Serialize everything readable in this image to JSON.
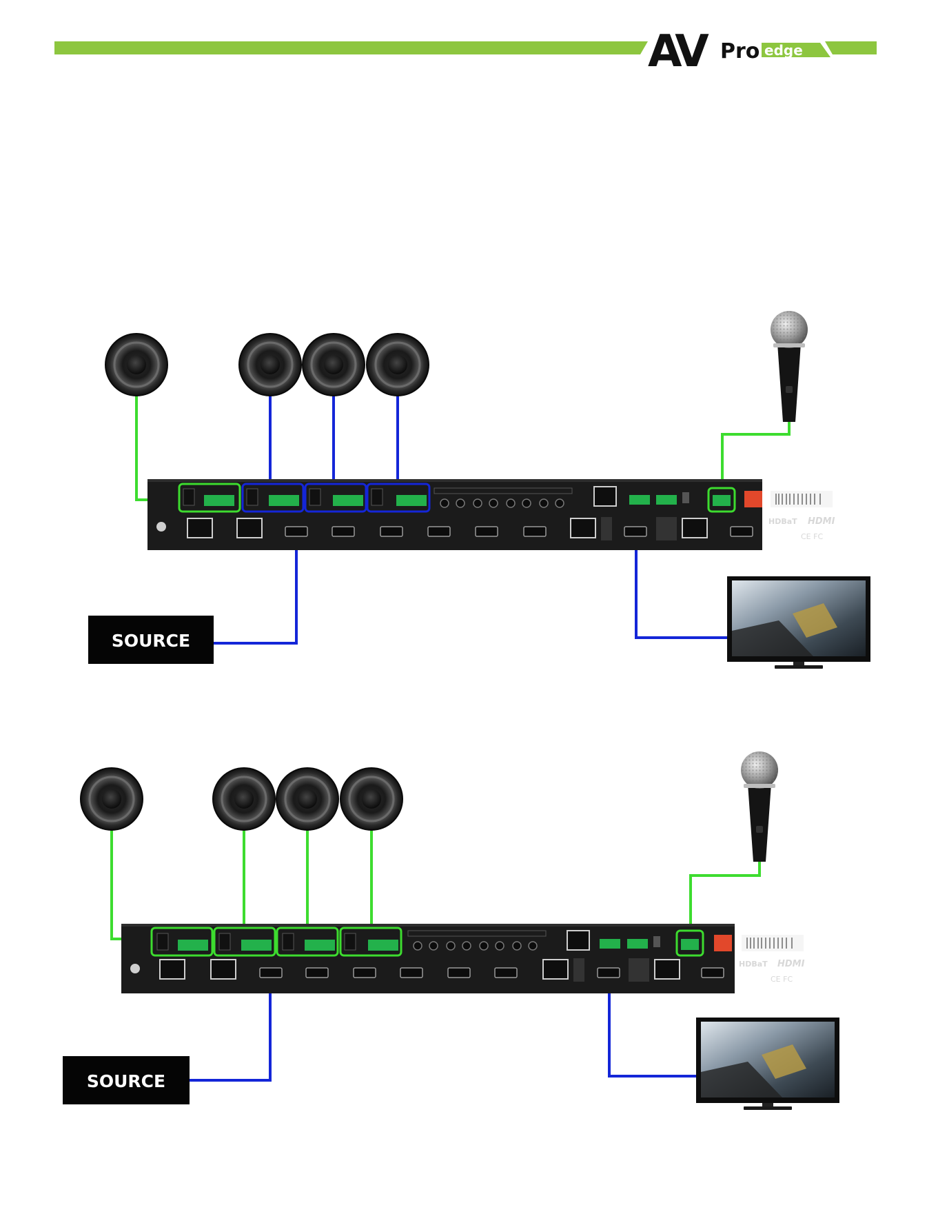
{
  "header": {
    "logo_av": "AV",
    "logo_pro": "Pro",
    "logo_edge": "edge"
  },
  "colors": {
    "brand_green": "#8dc63f",
    "wire_green": "#3ddc2f",
    "wire_blue": "#1426d8",
    "device_black": "#1b1b1b"
  },
  "diagrams": [
    {
      "source_label": "SOURCE",
      "device_badges": {
        "hdbt": "HDBaT",
        "hdmi": "HDMI",
        "cert": "CE FC"
      }
    },
    {
      "source_label": "SOURCE",
      "device_badges": {
        "hdbt": "HDBaT",
        "hdmi": "HDMI",
        "cert": "CE FC"
      }
    }
  ],
  "icons": [
    "speaker-icon",
    "microphone-icon",
    "tv-icon",
    "rj45-port-icon",
    "hdmi-port-icon",
    "phoenix-connector-icon"
  ]
}
